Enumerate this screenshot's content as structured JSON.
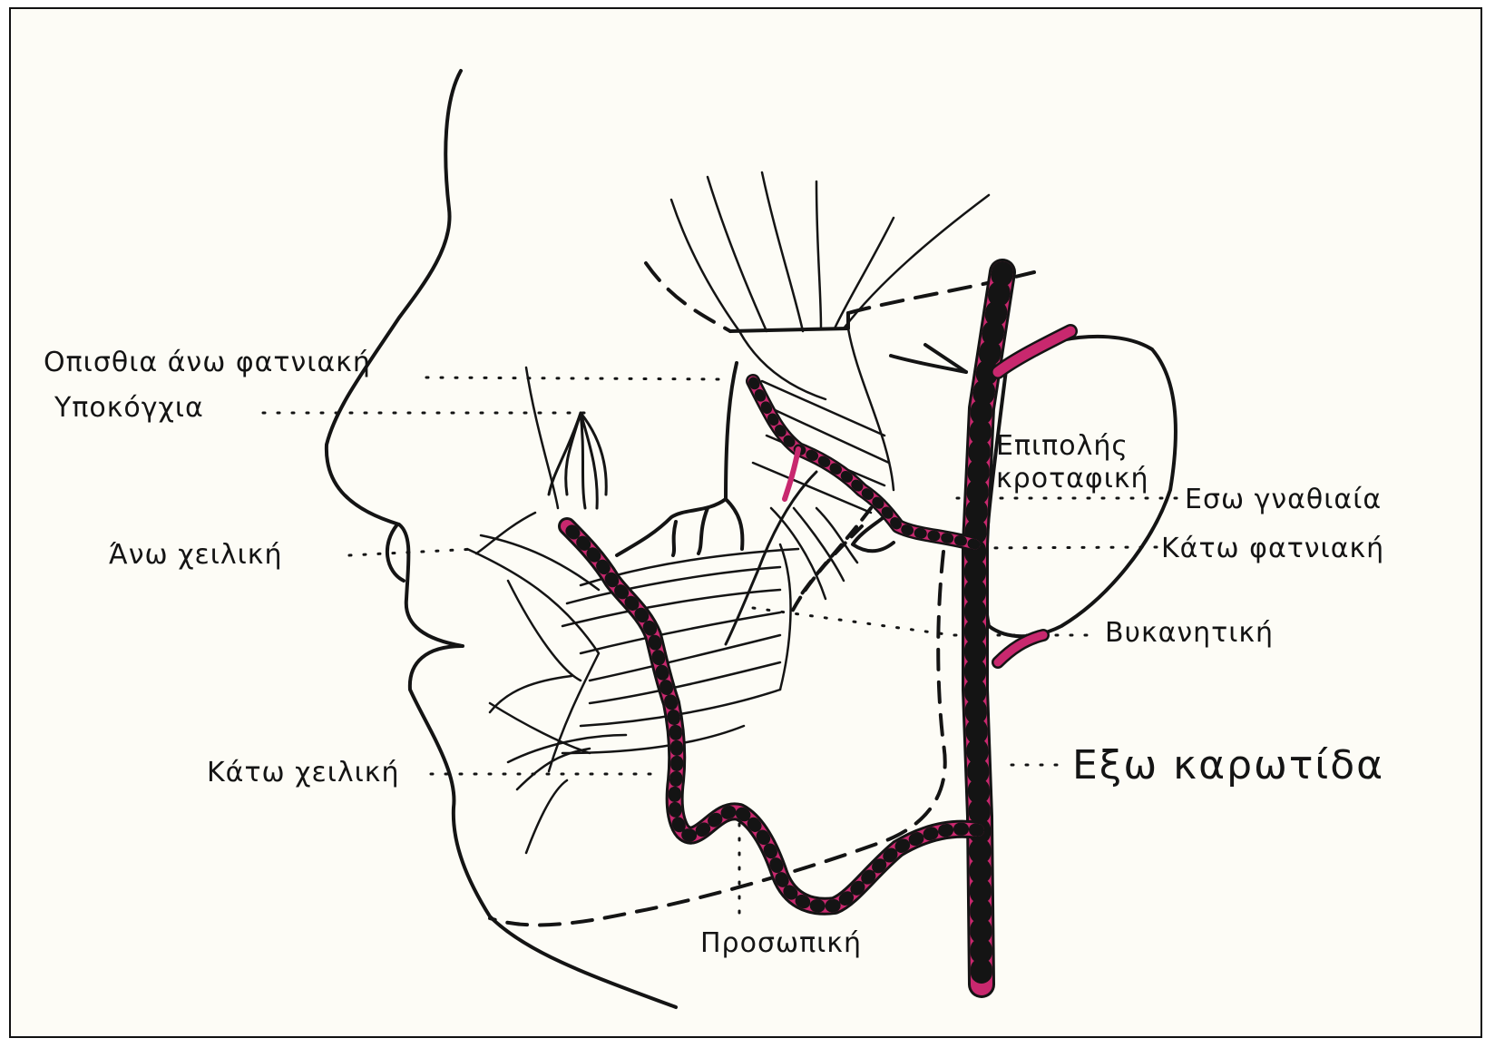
{
  "colors": {
    "paper": "#fdfcf6",
    "ink": "#141414",
    "artery": "#c8286e",
    "artery_band": "#141414"
  },
  "labels": {
    "opisthia_ano_fatniaki": "Οπισθια άνω φατνιακή",
    "ypokogxia": "Υποκόγχια",
    "ano_xeiliki": "Άνω χειλική",
    "kato_xeiliki": "Κάτω χειλική",
    "prosopiki": "Προσωπική",
    "epipolis_line1": "Επιπολής",
    "epipolis_line2": "κροταφική",
    "eso_gnathiaia": "Εσω γναθιαία",
    "kato_fatniaki": "Κάτω φατνιακή",
    "vykanitiki": "Βυκανητική",
    "exo_karotida": "Εξω καρωτίδα"
  }
}
